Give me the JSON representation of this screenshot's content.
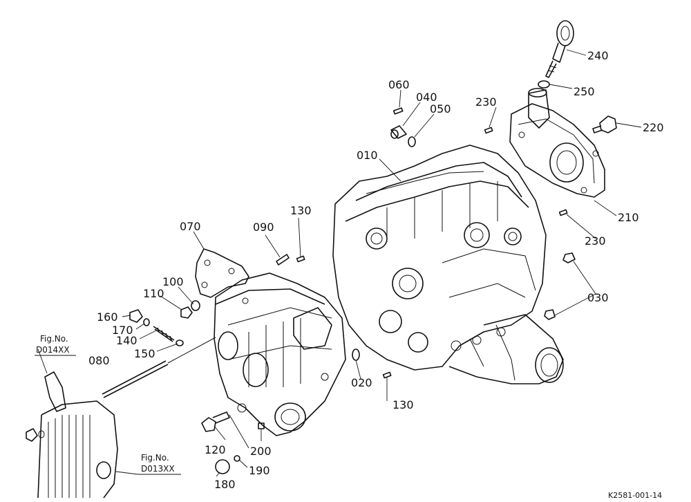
{
  "callouts": {
    "c010": "010",
    "c020": "020",
    "c030": "030",
    "c040": "040",
    "c050": "050",
    "c060": "060",
    "c070": "070",
    "c080": "080",
    "c090": "090",
    "c100": "100",
    "c110": "110",
    "c120": "120",
    "c130a": "130",
    "c130b": "130",
    "c140": "140",
    "c150": "150",
    "c160": "160",
    "c170": "170",
    "c180": "180",
    "c190": "190",
    "c200": "200",
    "c210": "210",
    "c220": "220",
    "c230a": "230",
    "c230b": "230",
    "c240": "240",
    "c250": "250"
  },
  "fig_refs": {
    "ref1_title": "Fig.No.",
    "ref1_code": "D014XX",
    "ref2_title": "Fig.No.",
    "ref2_code": "D013XX"
  },
  "doc_code": "K2581-001-14"
}
